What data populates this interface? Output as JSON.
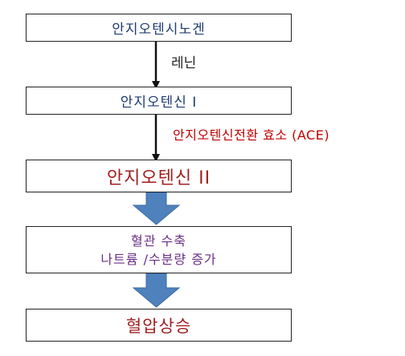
{
  "steps": {
    "angiotensinogen": "안지오텐시노겐",
    "angiotensin_1": "안지오텐신 I",
    "angiotensin_2": "안지오텐신 II",
    "effects": {
      "line1": "혈관 수축",
      "line2": "나트륨 /수분량 증가"
    },
    "blood_pressure": "혈압상승"
  },
  "enzymes": {
    "renin": "레닌",
    "ace": "안지오텐신전환 효소 (ACE)"
  },
  "colors": {
    "box_text": "#1f3b73",
    "angiotensin_2_text": "#a11f1f",
    "effects_text": "#6b2f86",
    "ace_label": "#c00000",
    "block_arrow": "#4f81bd"
  }
}
